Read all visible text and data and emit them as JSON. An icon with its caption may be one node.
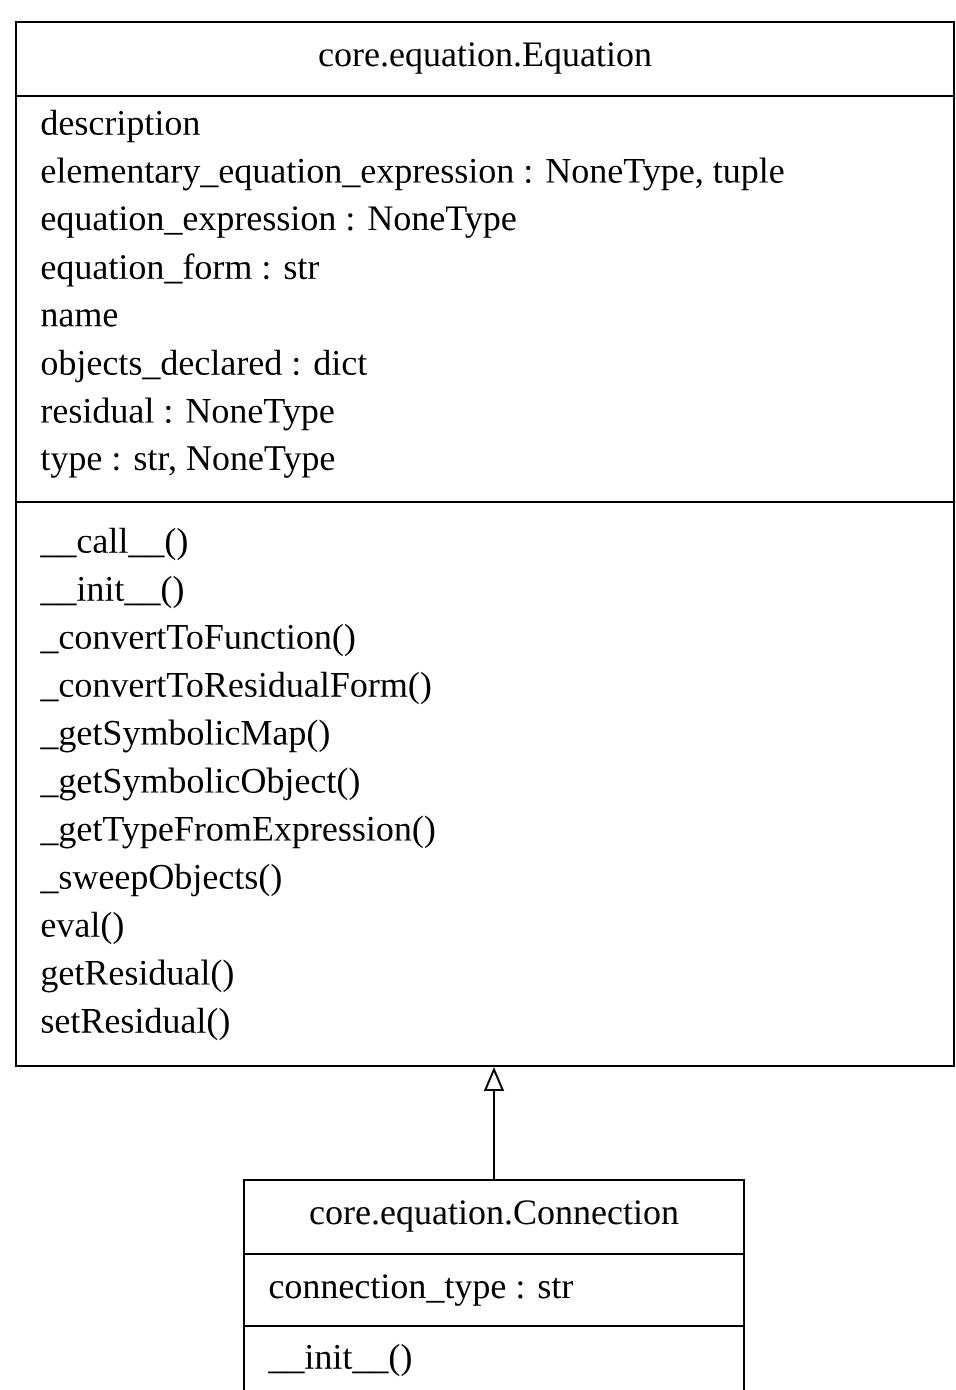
{
  "diagram": {
    "nodes": [
      {
        "text": [
          "core.equation.Equation",
          "description",
          "elementary_equation_expression : NoneType, tuple",
          "equation_expression : NoneType",
          "equation_form : str",
          "name",
          "objects_declared : dict",
          "residual : NoneType",
          "type : str, NoneType",
          "__call__()",
          "__init__()",
          "_convertToFunction()",
          "_convertToResidualForm()",
          "_getSymbolicMap()",
          "_getSymbolicObject()",
          "_getTypeFromExpression()",
          "_sweepObjects()",
          "eval()",
          "getResidual()",
          "setResidual()"
        ]
      },
      {
        "text": [
          "core.equation.Connection",
          "connection_type : str",
          "__init__()"
        ]
      }
    ],
    "edges": [
      {
        "from": 1,
        "to": 0,
        "arrow": "to"
      }
    ]
  }
}
